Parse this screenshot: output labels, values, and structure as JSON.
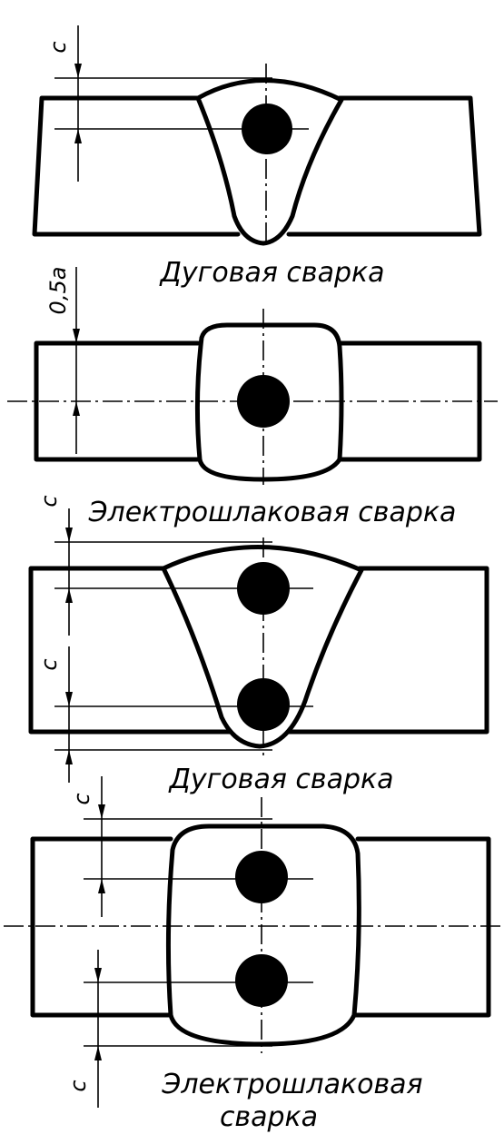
{
  "panels": [
    {
      "caption": "Дуговая сварка",
      "dims": [
        "c"
      ]
    },
    {
      "caption": "Электрошлаковая сварка",
      "dims": [
        "0,5a"
      ]
    },
    {
      "caption": "Дуговая сварка",
      "dims": [
        "c",
        "c"
      ]
    },
    {
      "caption_lines": [
        "Электрошлаковая",
        "сварка"
      ],
      "dims": [
        "c",
        "c"
      ]
    }
  ]
}
